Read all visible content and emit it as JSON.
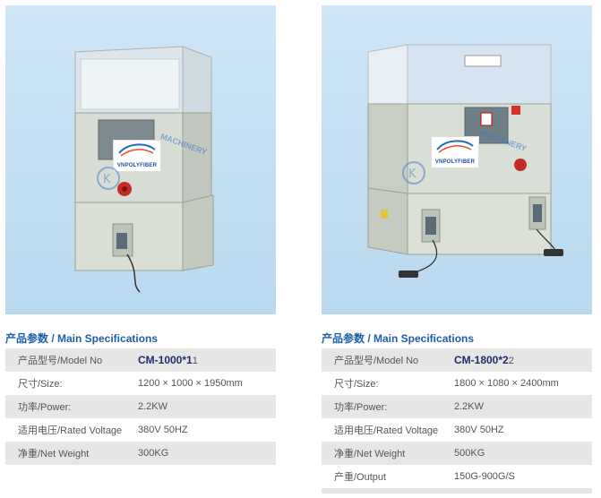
{
  "left": {
    "heading": "产品参数 / Main  Specifications",
    "logo": {
      "brand": "VNPOLYFIBER",
      "watermark": "MACHINERY"
    },
    "rows": [
      {
        "key": "产品型号/Model No",
        "value": "CM-1000*1",
        "suffix": "1"
      },
      {
        "key": "尺寸/Size:",
        "value": "1200 × 1000 × 1950mm"
      },
      {
        "key": "功率/Power:",
        "value": "2.2KW"
      },
      {
        "key": "适用电压/Rated Voltage",
        "value": "380V 50HZ"
      },
      {
        "key": "净重/Net Weight",
        "value": "300KG"
      }
    ]
  },
  "right": {
    "heading": "产品参数 / Main  Specifications",
    "logo": {
      "brand": "VNPOLYFIBER",
      "watermark": "MACHINERY"
    },
    "rows": [
      {
        "key": "产品型号/Model No",
        "value": "CM-1800*2",
        "suffix": "2"
      },
      {
        "key": "尺寸/Size:",
        "value": "1800 × 1080 × 2400mm"
      },
      {
        "key": "功率/Power:",
        "value": "2.2KW"
      },
      {
        "key": "适用电压/Rated Voltage",
        "value": "380V 50HZ"
      },
      {
        "key": "净重/Net Weight",
        "value": "500KG"
      },
      {
        "key": "产重/Output",
        "value": "150G-900G/S"
      }
    ]
  },
  "colors": {
    "heading": "#1f5fa8",
    "model": "#1d2f6b",
    "photo_bg": "#c8e2f4",
    "row_shade": "#e6e6e6"
  }
}
